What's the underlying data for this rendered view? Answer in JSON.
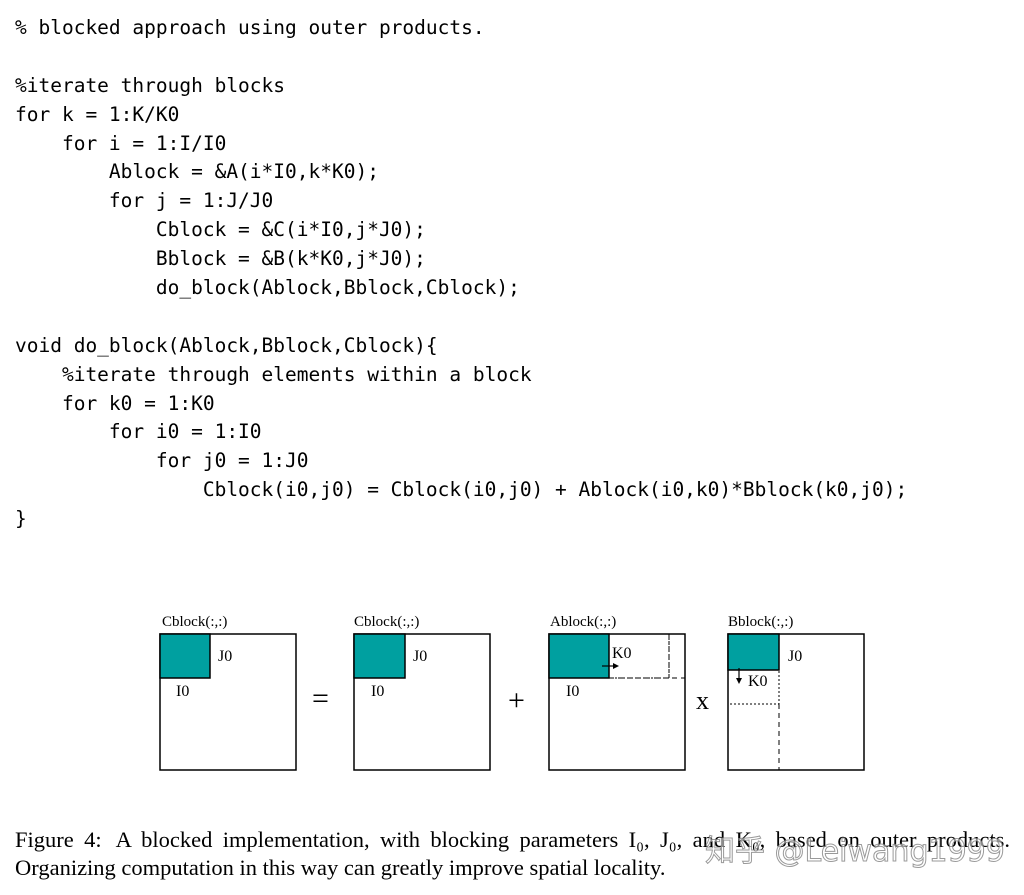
{
  "code_lines": [
    "% blocked approach using outer products.",
    "",
    "%iterate through blocks",
    "for k = 1:K/K0",
    "    for i = 1:I/I0",
    "        Ablock = &A(i*I0,k*K0);",
    "        for j = 1:J/J0",
    "            Cblock = &C(i*I0,j*J0);",
    "            Bblock = &B(k*K0,j*J0);",
    "            do_block(Ablock,Bblock,Cblock);",
    "",
    "void do_block(Ablock,Bblock,Cblock){",
    "    %iterate through elements within a block",
    "    for k0 = 1:K0",
    "        for i0 = 1:I0",
    "            for j0 = 1:J0",
    "                Cblock(i0,j0) = Cblock(i0,j0) + Ablock(i0,k0)*Bblock(k0,j0);",
    "}"
  ],
  "figure": {
    "colors": {
      "block_fill": "#00a0a0",
      "stroke": "#000000"
    },
    "panels": [
      {
        "title": "Cblock(:,:)",
        "width_label": "J0",
        "height_label": "I0"
      },
      {
        "title": "Cblock(:,:)",
        "width_label": "J0",
        "height_label": "I0"
      },
      {
        "title": "Ablock(:,:)",
        "depth_label": "K0",
        "height_label": "I0"
      },
      {
        "title": "Bblock(:,:)",
        "width_label": "J0",
        "depth_label": "K0"
      }
    ],
    "operators": {
      "equals": "=",
      "plus": "+",
      "times": "x"
    }
  },
  "caption": {
    "figure_number": "Figure 4:",
    "text": "A blocked implementation, with blocking parameters I₀, J₀, and K₀, based on outer products. Organizing computation in this way can greatly improve spatial locality."
  },
  "watermark": "知乎 @Leiwang1999"
}
